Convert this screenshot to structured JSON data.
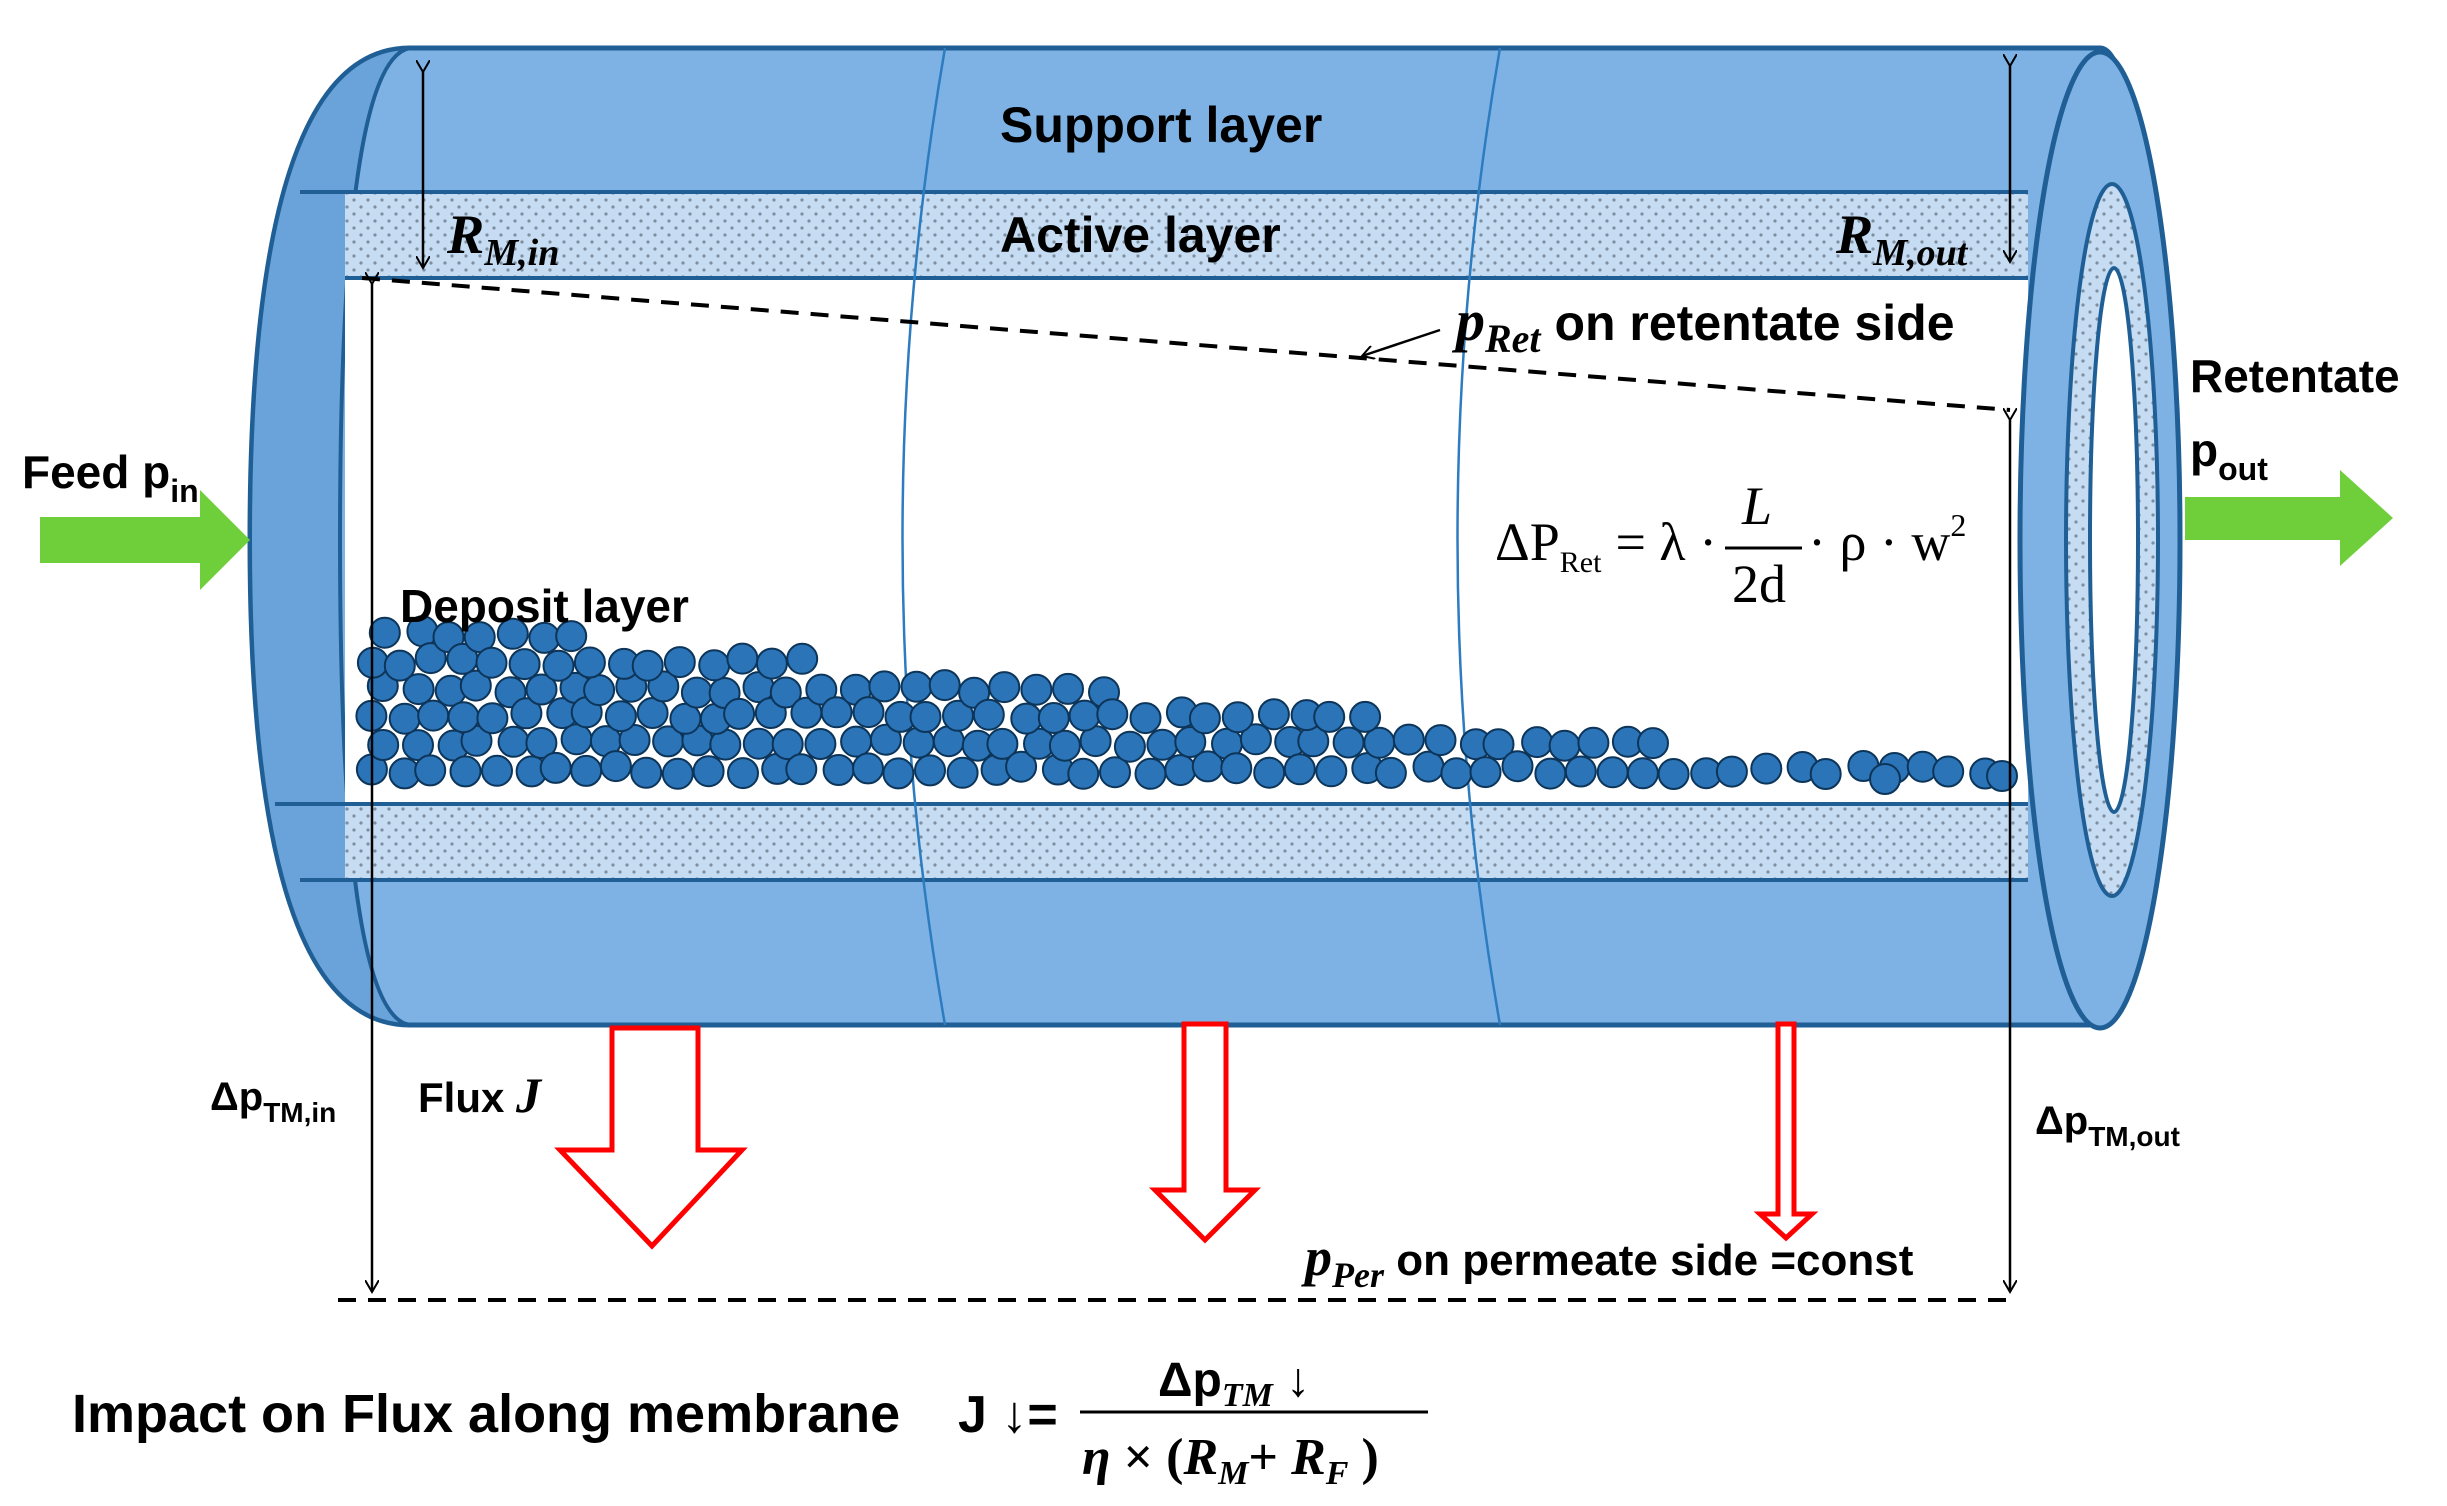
{
  "labels": {
    "support_layer": "Support layer",
    "active_layer": "Active layer",
    "rm_in_main": "R",
    "rm_in_sub": "M,in",
    "rm_out_main": "R",
    "rm_out_sub": "M,out",
    "p_ret_main": "p",
    "p_ret_sub": "Ret",
    "p_ret_text": " on retentate side",
    "feed_main": "Feed p",
    "feed_sub": "in",
    "retentate_line1": "Retentate",
    "retentate_main": "p",
    "retentate_sub": "out",
    "deposit_layer": "Deposit layer",
    "flux_text": "Flux  ",
    "flux_symbol": "J",
    "dp_tm_in_main": "Δp",
    "dp_tm_in_sub": "TM,in",
    "dp_tm_out_main": "Δp",
    "dp_tm_out_sub": "TM,out",
    "p_per_main": "p",
    "p_per_sub": "Per",
    "p_per_text": "  on permeate side =const",
    "impact_title": "Impact on Flux along membrane"
  },
  "equation_pressure": {
    "lhs_delta": "ΔP",
    "lhs_sub": "Ret",
    "eq": "= λ ·",
    "num": "L",
    "den": "2d",
    "rhs": "· ρ · w",
    "exp": "2"
  },
  "equation_flux": {
    "lhs": "J ↓=",
    "num_main": "Δp",
    "num_sub": "TM",
    "num_arrow": " ↓",
    "den_eta": "η",
    "den_times": " × (",
    "den_rm": "R",
    "den_rm_sub": "M",
    "den_plus": "+ ",
    "den_rf": "R",
    "den_rf_sub": "F",
    "den_close": " )"
  },
  "colors": {
    "tube_fill": "#7eb2e4",
    "tube_stroke": "#1f5f95",
    "active_fill": "#c5dcf2",
    "particle_fill": "#2b74b8",
    "particle_stroke": "#0d3559",
    "feed_arrow": "#6fcf3a",
    "flux_arrow": "#ff0000"
  }
}
